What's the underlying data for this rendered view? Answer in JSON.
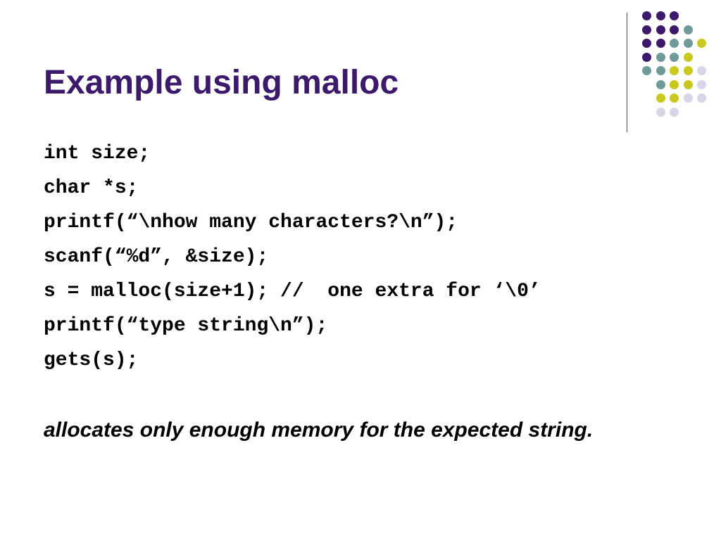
{
  "slide": {
    "title": "Example using malloc",
    "code_lines": [
      "int size;",
      "char *s;",
      "printf(“\\nhow many characters?\\n”);",
      "scanf(“%d”, &size);",
      "s = malloc(size+1); //  one extra for ‘\\0’",
      "printf(“type string\\n”);",
      "gets(s);"
    ],
    "note": "allocates only enough memory for the expected string."
  },
  "theme": {
    "title_color": "#3b1a6b",
    "purple": "#3b1a6b",
    "teal": "#6f9a9a",
    "yellow": "#c8c81e",
    "lavender": "#d6d6e6"
  },
  "decoration": {
    "dot_rows": [
      [
        "purple",
        "purple",
        "purple"
      ],
      [
        "purple",
        "purple",
        "purple",
        "teal"
      ],
      [
        "purple",
        "purple",
        "teal",
        "teal",
        "yellow"
      ],
      [
        "purple",
        "teal",
        "teal",
        "yellow"
      ],
      [
        "teal",
        "teal",
        "yellow",
        "yellow",
        "lavender"
      ],
      [
        "teal",
        "yellow",
        "yellow",
        "lavender"
      ],
      [
        "yellow",
        "yellow",
        "lavender",
        "lavender"
      ],
      [
        "lavender",
        "lavender"
      ]
    ]
  }
}
